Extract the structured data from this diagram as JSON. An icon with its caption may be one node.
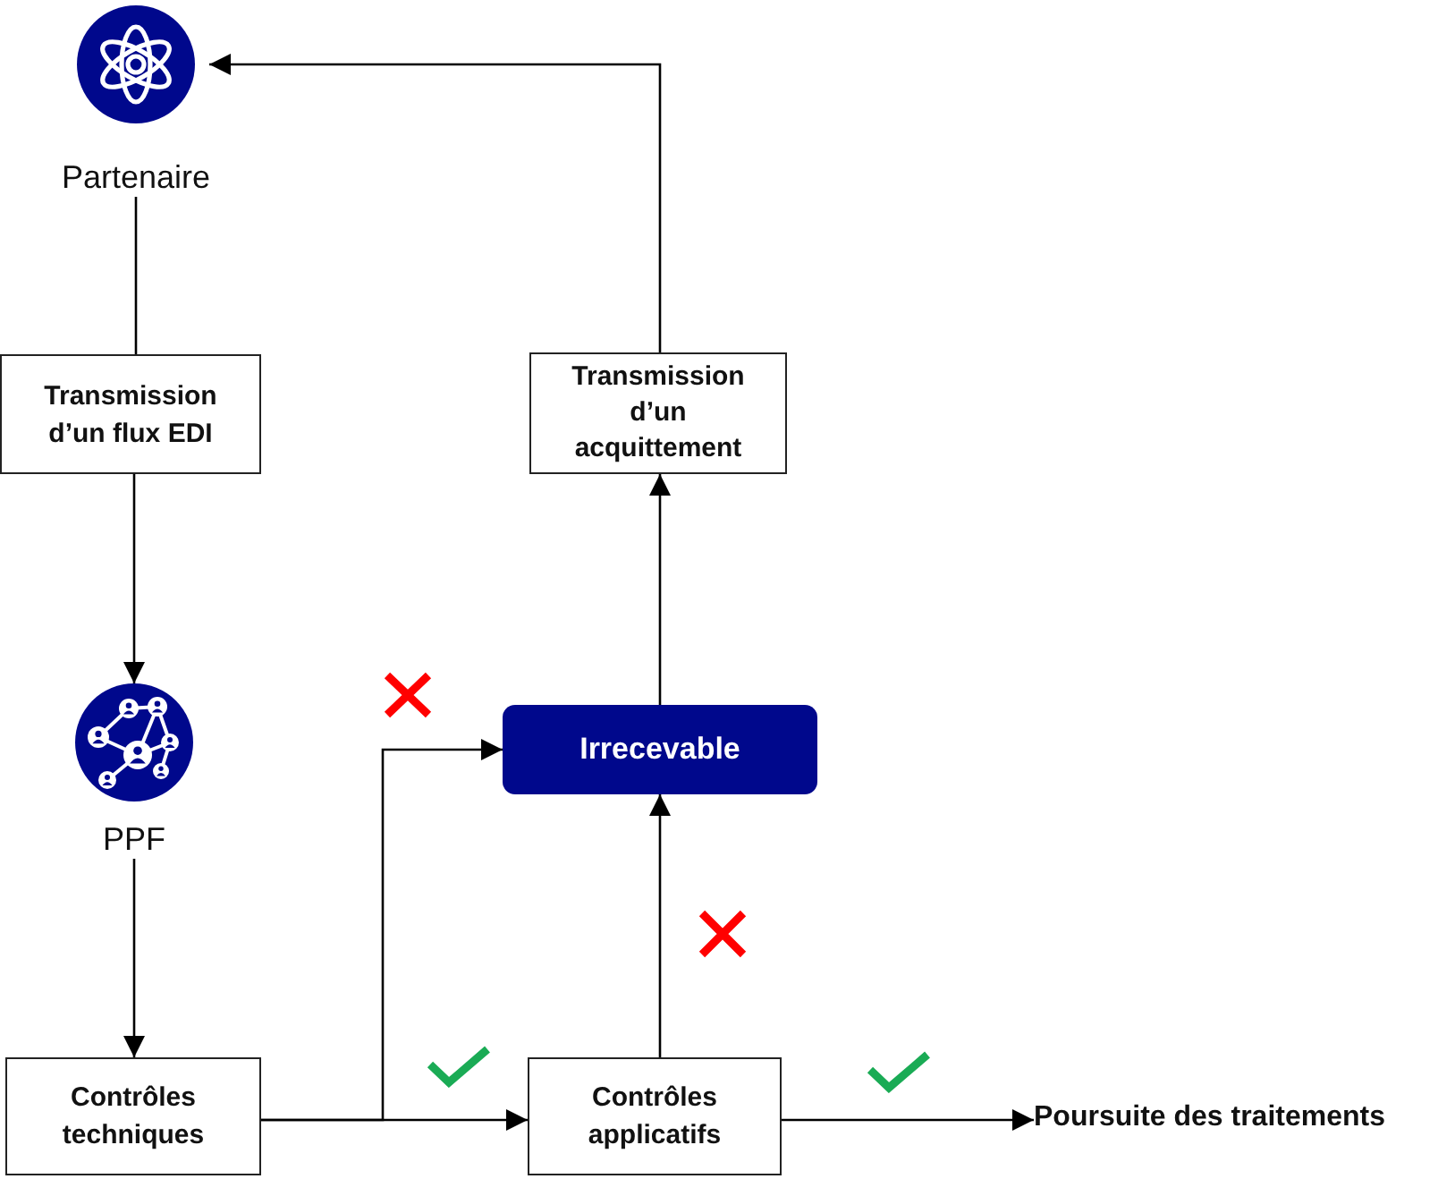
{
  "diagram": {
    "nodes": [
      {
        "text": [
          "Partenaire"
        ]
      },
      {
        "text": [
          "Transmission d’un flux EDI"
        ]
      },
      {
        "text": [
          "Transmission d’un acquittement"
        ]
      },
      {
        "text": [
          "PPF"
        ]
      },
      {
        "text": [
          "Irrecevable"
        ]
      },
      {
        "text": [
          "Contrôles techniques"
        ]
      },
      {
        "text": [
          "Contrôles applicatifs"
        ]
      },
      {
        "text": [
          "Poursuite des traitements"
        ]
      }
    ],
    "edges": [
      {
        "from": 0,
        "to": 1,
        "arrow": "none"
      },
      {
        "from": 1,
        "to": 3,
        "arrow": "to"
      },
      {
        "from": 3,
        "to": 5,
        "arrow": "to"
      },
      {
        "from": 5,
        "to": 6,
        "arrow": "to"
      },
      {
        "from": 5,
        "to": 4,
        "arrow": "to"
      },
      {
        "from": 6,
        "to": 4,
        "arrow": "to"
      },
      {
        "from": 4,
        "to": 2,
        "arrow": "to"
      },
      {
        "from": 2,
        "to": 0,
        "arrow": "to"
      },
      {
        "from": 6,
        "to": 7,
        "arrow": "to"
      }
    ]
  }
}
